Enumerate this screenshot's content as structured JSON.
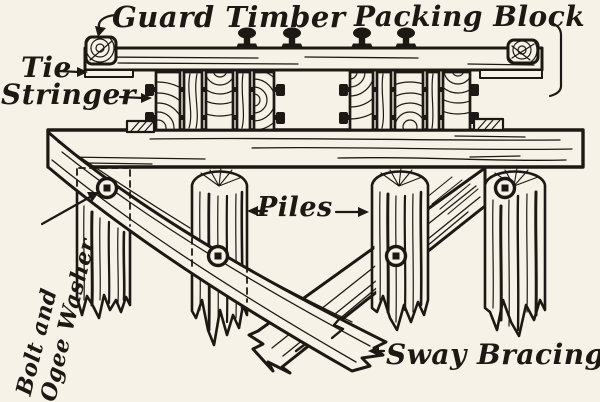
{
  "figure": {
    "labels": {
      "guard_timber": "Guard Timber",
      "packing_block": "Packing Block",
      "tie": "Tie",
      "stringer": "Stringer",
      "piles": "Piles",
      "bolt_ogee_line1": "Bolt and",
      "bolt_ogee_line2": "Ogee Washer",
      "sway_bracing": "Sway Bracing"
    },
    "colors": {
      "ink": "#1c1915",
      "paper": "#f6f2e7"
    }
  }
}
